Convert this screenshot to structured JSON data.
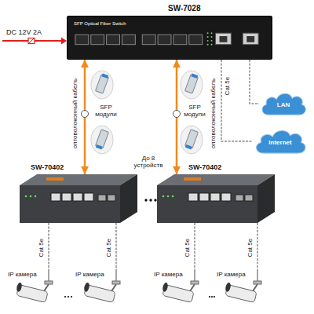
{
  "diagram": {
    "nodes": [
      {
        "text": [
          "SW-7028",
          "SFP Optical Fiber Switch"
        ]
      },
      {
        "text": [
          "LAN"
        ]
      },
      {
        "text": [
          "Internet"
        ]
      },
      {
        "text": [
          "SW-70402"
        ]
      },
      {
        "text": [
          "SW-70402"
        ]
      },
      {
        "text": [
          "IP камера"
        ]
      },
      {
        "text": [
          "IP камера"
        ]
      },
      {
        "text": [
          "IP камера"
        ]
      },
      {
        "text": [
          "IP камера"
        ]
      }
    ],
    "edges": [
      {
        "from": 0,
        "to": 3,
        "arrow": "both",
        "label": "оптоволоконный кабель"
      },
      {
        "from": 0,
        "to": 4,
        "arrow": "both",
        "label": "оптоволоконный кабель"
      },
      {
        "from": 0,
        "to": 1,
        "arrow": "none"
      },
      {
        "from": 0,
        "to": 2,
        "arrow": "none",
        "label": "Cat 5e"
      },
      {
        "from": 3,
        "to": 5,
        "arrow": "none",
        "label": "Cat 5e"
      },
      {
        "from": 3,
        "to": 6,
        "arrow": "none",
        "label": "Cat 5e"
      },
      {
        "from": 4,
        "to": 7,
        "arrow": "none",
        "label": "Cat 5e"
      },
      {
        "from": 4,
        "to": 8,
        "arrow": "none",
        "label": "Cat 5e"
      }
    ],
    "labels": [
      "DC 12V 2A",
      "SFP модули",
      "SFP модули",
      "До 8 устройств"
    ]
  }
}
